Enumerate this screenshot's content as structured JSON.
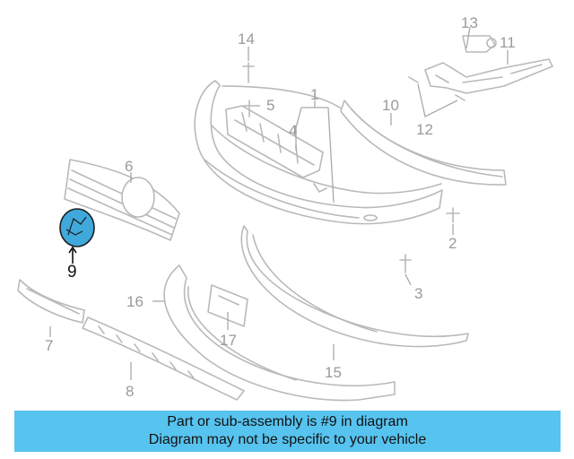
{
  "diagram": {
    "callouts": [
      "1",
      "2",
      "3",
      "4",
      "5",
      "6",
      "7",
      "8",
      "9",
      "10",
      "11",
      "12",
      "13",
      "14",
      "15",
      "16",
      "17"
    ],
    "highlighted_part": "9",
    "highlight_color": "#3fa9db"
  },
  "banner": {
    "line1": "Part or sub-assembly is #9 in diagram",
    "line2": "Diagram may not be specific to your vehicle",
    "background": "#57c3ef"
  }
}
